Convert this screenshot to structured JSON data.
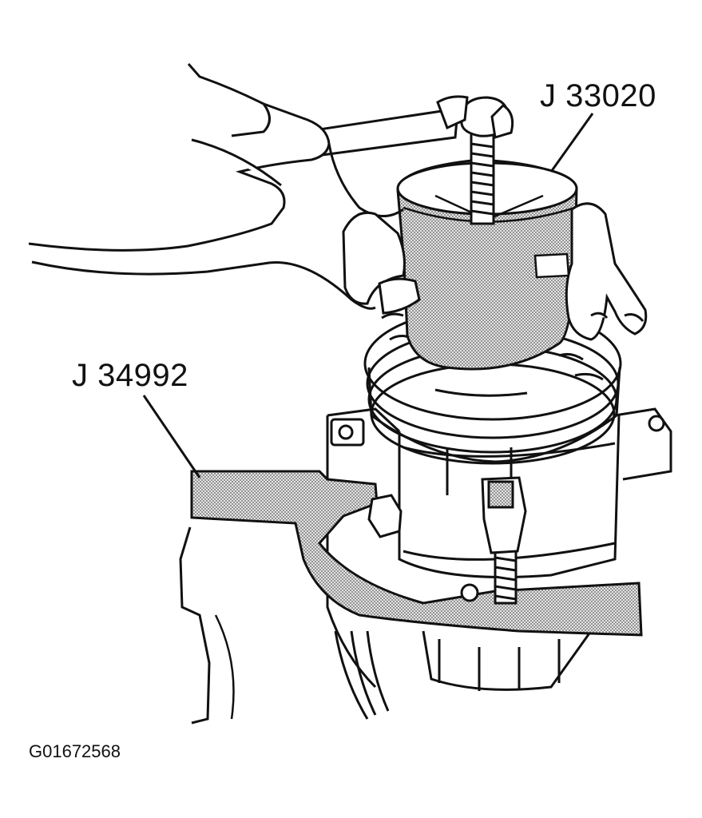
{
  "callouts": {
    "puller_tool": "J 33020",
    "holder_tool": "J 34992"
  },
  "figure_id": "G01672568",
  "colors": {
    "line": "#111111",
    "shade": "#d9d9d9",
    "background": "#ffffff"
  }
}
